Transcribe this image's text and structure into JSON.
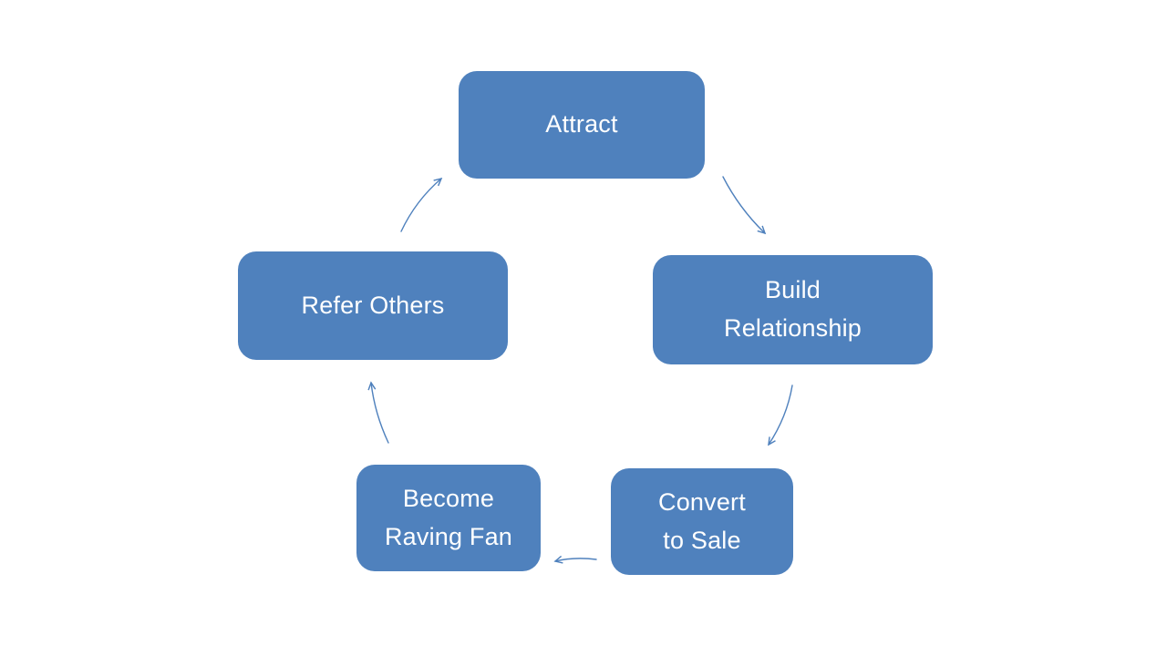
{
  "diagram": {
    "type": "cycle",
    "background": "#FFFFFF",
    "colors": {
      "background": "#FFFFFF",
      "node_fill": "#4F81BD",
      "node_text": "#FFFFFF",
      "arrow": "#4F81BD"
    },
    "nodes": [
      {
        "id": "attract",
        "label": "Attract"
      },
      {
        "id": "build-relationship",
        "label": "Build\nRelationship"
      },
      {
        "id": "convert-to-sale",
        "label": "Convert\nto Sale"
      },
      {
        "id": "become-raving-fan",
        "label": "Become\nRaving Fan"
      },
      {
        "id": "refer-others",
        "label": "Refer Others"
      }
    ],
    "edges": [
      {
        "from": "attract",
        "to": "build-relationship"
      },
      {
        "from": "build-relationship",
        "to": "convert-to-sale"
      },
      {
        "from": "convert-to-sale",
        "to": "become-raving-fan"
      },
      {
        "from": "become-raving-fan",
        "to": "refer-others"
      },
      {
        "from": "refer-others",
        "to": "attract"
      }
    ]
  }
}
